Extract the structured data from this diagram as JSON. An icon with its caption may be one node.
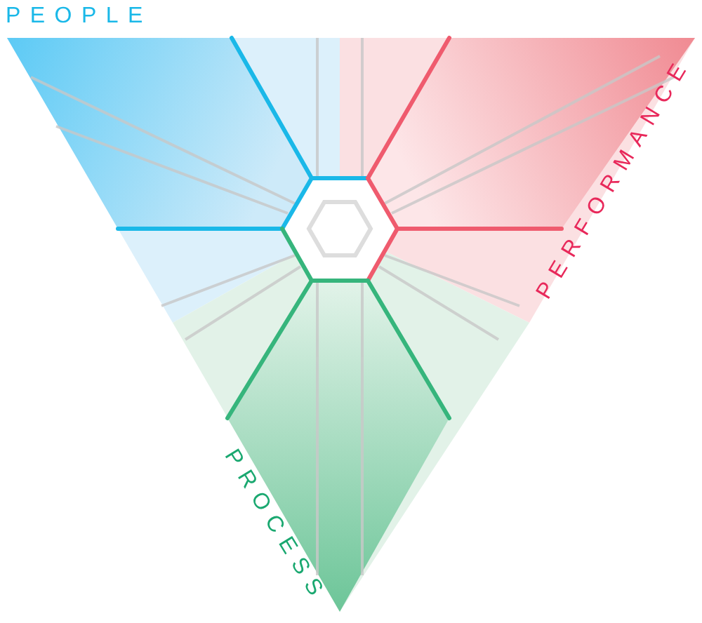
{
  "diagram": {
    "labels": [
      "PEOPLE",
      "PERFORMANCE",
      "PROCESS"
    ]
  }
}
